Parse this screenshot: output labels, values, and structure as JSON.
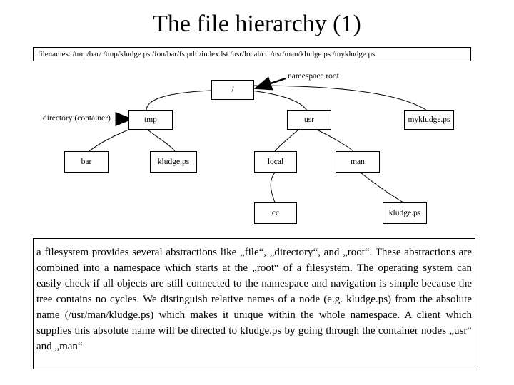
{
  "title": "The file hierarchy (1)",
  "filenames": "filenames: /tmp/bar/  /tmp/kludge.ps  /foo/bar/fs.pdf  /index.lst   /usr/local/cc /usr/man/kludge.ps /mykludge.ps",
  "labels": {
    "namespace_root": "namespace root",
    "directory_container": "directory (container)"
  },
  "nodes": {
    "root": "/",
    "tmp": "tmp",
    "usr": "usr",
    "mykludge": "mykludge.ps",
    "bar": "bar",
    "kludge_tmp": "kludge.ps",
    "local": "local",
    "man": "man",
    "cc": "cc",
    "kludge_man": "kludge.ps"
  },
  "description": "a filesystem provides several abstractions like „file“, „directory“, and „root“. These abstractions are combined into a namespace which starts at the „root“ of a filesystem. The operating system can easily check if all objects are still connected to the namespace and navigation is simple because the tree contains no cycles. We distinguish relative names of a node (e.g. kludge.ps) from the absolute name (/usr/man/kludge.ps) which makes it unique within the whole namespace. A client which supplies this absolute name will be directed to kludge.ps by going through the container nodes „usr“ and „man“"
}
